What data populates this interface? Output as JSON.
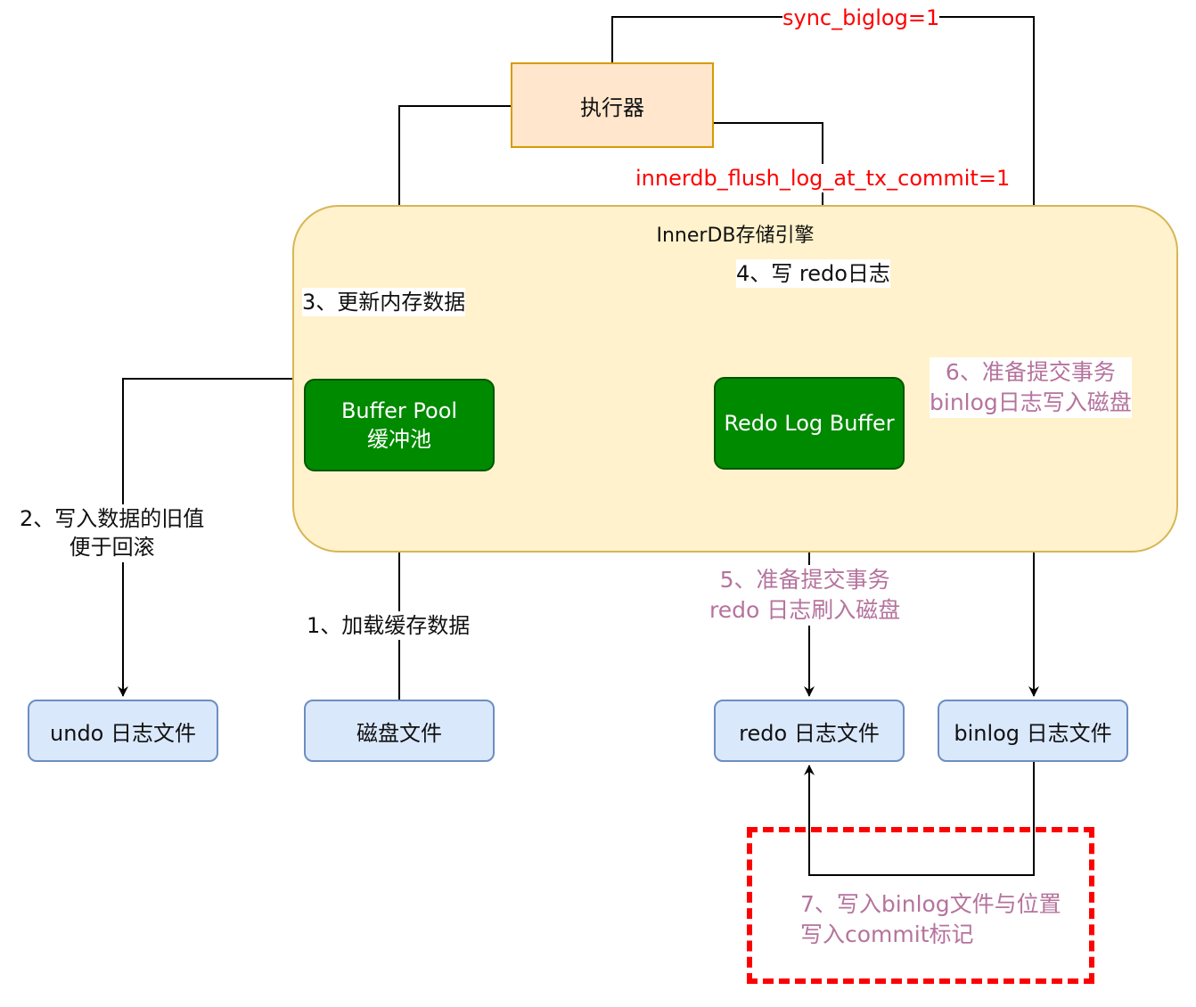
{
  "executor": {
    "label": "执行器"
  },
  "engine": {
    "title": "InnerDB存储引擎"
  },
  "buffer_pool": {
    "line1": "Buffer Pool",
    "line2": "缓冲池"
  },
  "redo_log_buffer": {
    "label": "Redo Log Buffer"
  },
  "files": {
    "undo": "undo 日志文件",
    "disk": "磁盘文件",
    "redo": "redo 日志文件",
    "binlog": "binlog 日志文件"
  },
  "labels": {
    "sync_binlog": "sync_biglog=1",
    "flush_log": "innerdb_flush_log_at_tx_commit=1",
    "step1": "1、加载缓存数据",
    "step2_line1": "2、写入数据的旧值",
    "step2_line2": "便于回滚",
    "step3": "3、更新内存数据",
    "step4": "4、写 redo日志",
    "step5_line1": "5、准备提交事务",
    "step5_line2": "redo 日志刷入磁盘",
    "step6_line1": "6、准备提交事务",
    "step6_line2": "binlog日志写入磁盘",
    "step7_line1": "7、写入binlog文件与位置",
    "step7_line2": "写入commit标记"
  },
  "colors": {
    "red_label": "#ff0000",
    "purple_label": "#b5739d",
    "green_fill": "#008a00",
    "blue_fill": "#dae8fc",
    "container_fill": "#fff2cc"
  }
}
